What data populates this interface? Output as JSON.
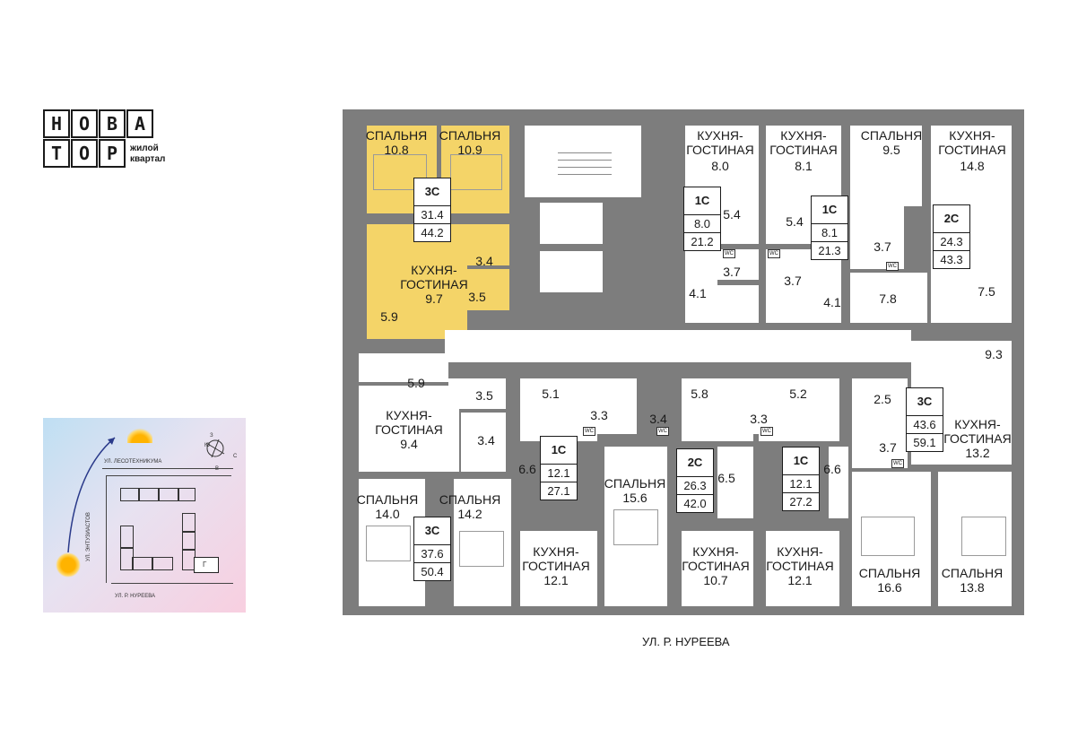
{
  "logo": {
    "row1": [
      "Н",
      "О",
      "В",
      "А"
    ],
    "row2": [
      "Т",
      "О",
      "Р"
    ],
    "sub1": "жилой",
    "sub2": "квартал"
  },
  "minimap": {
    "street_top": "УЛ. ЛЕСОТЕХНИКУМА",
    "street_left": "УЛ. ЭНТУЗИАСТОВ",
    "street_bottom": "УЛ. Р. НУРЕЕВА",
    "section": "Г",
    "compass": {
      "n": "З",
      "e": "С",
      "s": "В",
      "w": "Ю"
    }
  },
  "plan": {
    "street": "УЛ. Р. НУРЕЕВА",
    "labels": [
      "СПАЛЬНЯ",
      "10.8",
      "СПАЛЬНЯ",
      "10.9",
      "КУХНЯ-",
      "ГОСТИНАЯ",
      "9.7",
      "3.4",
      "3.5",
      "5.9",
      "КУХНЯ-",
      "ГОСТИНАЯ",
      "8.0",
      "5.4",
      "3.7",
      "4.1",
      "КУХНЯ-",
      "ГОСТИНАЯ",
      "8.1",
      "5.4",
      "3.7",
      "4.1",
      "СПАЛЬНЯ",
      "9.5",
      "3.7",
      "7.8",
      "КУХНЯ-",
      "ГОСТИНАЯ",
      "14.8",
      "7.5",
      "9.3",
      "5.9",
      "3.5",
      "КУХНЯ-",
      "ГОСТИНАЯ",
      "9.4",
      "3.4",
      "СПАЛЬНЯ",
      "14.0",
      "СПАЛЬНЯ",
      "14.2",
      "5.1",
      "3.3",
      "3.4",
      "6.6",
      "СПАЛЬНЯ",
      "15.6",
      "КУХНЯ-",
      "ГОСТИНАЯ",
      "12.1",
      "5.8",
      "3.3",
      "6.5",
      "5.2",
      "6.6",
      "КУХНЯ-",
      "ГОСТИНАЯ",
      "10.7",
      "КУХНЯ-",
      "ГОСТИНАЯ",
      "12.1",
      "2.5",
      "3.7",
      "КУХНЯ-",
      "ГОСТИНАЯ",
      "13.2",
      "СПАЛЬНЯ",
      "16.6",
      "СПАЛЬНЯ",
      "13.8"
    ],
    "badges": [
      {
        "type": "3С",
        "living": "31.4",
        "total": "44.2"
      },
      {
        "type": "1С",
        "living": "8.0",
        "total": "21.2"
      },
      {
        "type": "1С",
        "living": "8.1",
        "total": "21.3"
      },
      {
        "type": "2С",
        "living": "24.3",
        "total": "43.3"
      },
      {
        "type": "3С",
        "living": "37.6",
        "total": "50.4"
      },
      {
        "type": "1С",
        "living": "12.1",
        "total": "27.1"
      },
      {
        "type": "2С",
        "living": "26.3",
        "total": "42.0"
      },
      {
        "type": "1С",
        "living": "12.1",
        "total": "27.2"
      },
      {
        "type": "3С",
        "living": "43.6",
        "total": "59.1"
      }
    ],
    "wc": "WC",
    "colors": {
      "wall": "#7d7d7d",
      "selected": "#f4d468"
    }
  }
}
